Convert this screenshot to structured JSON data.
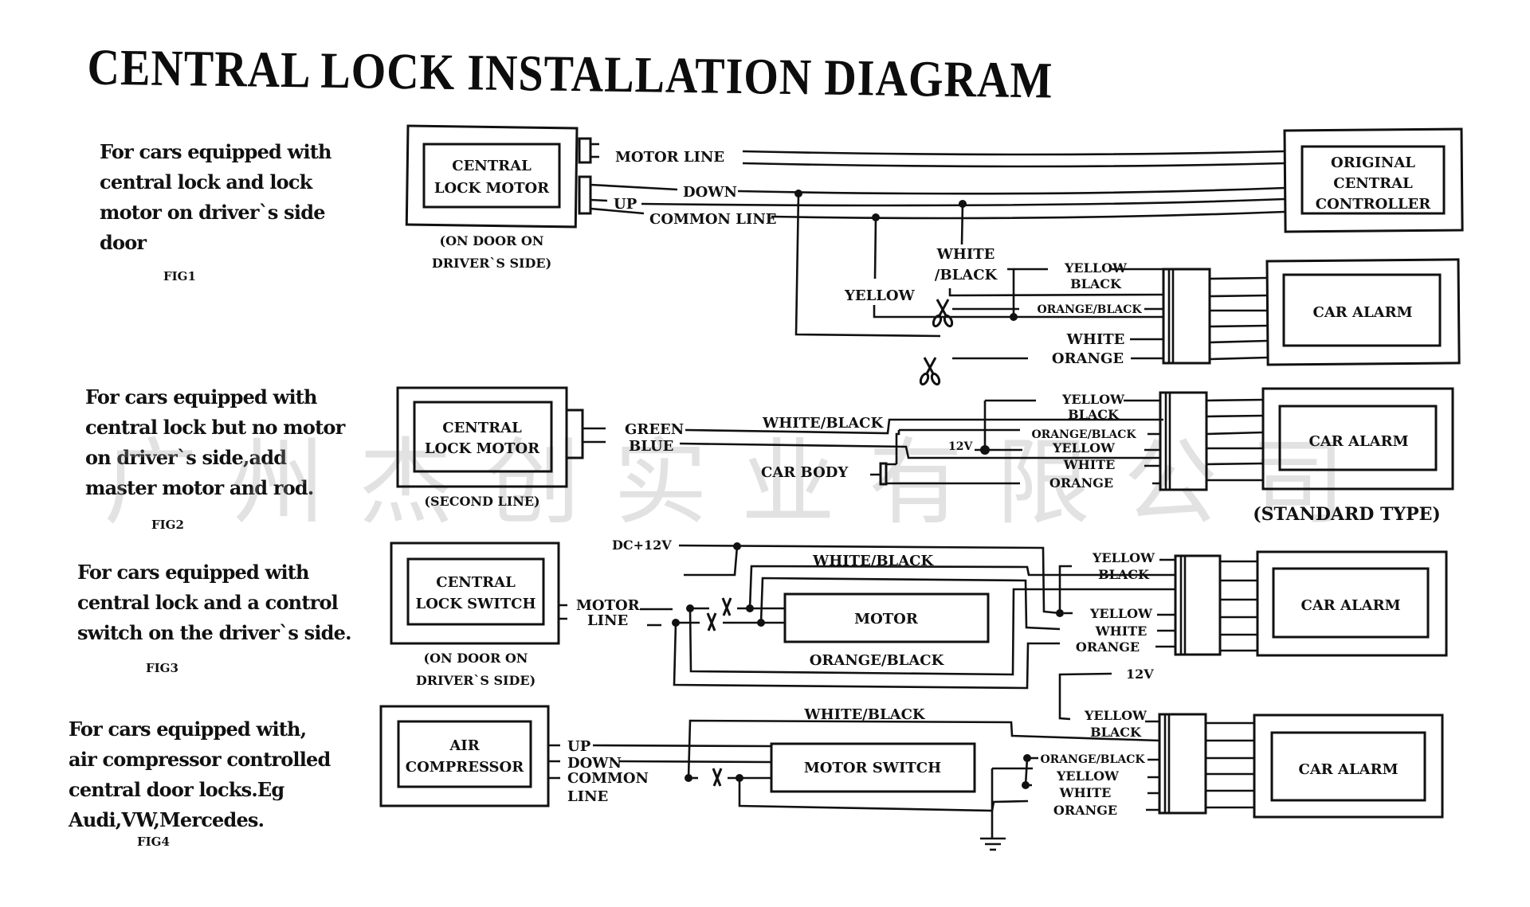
{
  "title": "CENTRAL LOCK INSTALLATION DIAGRAM",
  "watermark": "广州杰创实业有限公司",
  "figures": [
    {
      "id": "FIG1",
      "fig_label": "FIG1",
      "description": [
        "For cars equipped with",
        "central lock and lock",
        "motor on driver`s side",
        "door"
      ],
      "device_box": [
        "CENTRAL",
        "LOCK MOTOR"
      ],
      "device_caption": [
        "(ON DOOR ON",
        "DRIVER`S SIDE)"
      ],
      "controller_box": [
        "ORIGINAL",
        "CENTRAL",
        "CONTROLLER"
      ],
      "alarm_box": "CAR ALARM",
      "wire_labels": {
        "motor_line": "MOTOR LINE",
        "down": "DOWN",
        "up": "UP",
        "common_line": "COMMON LINE",
        "yellow": "YELLOW",
        "white_black": [
          "WHITE",
          "/BLACK"
        ],
        "yellow_black": [
          "YELLOW",
          "BLACK"
        ],
        "orange_black": "ORANGE/BLACK",
        "white": "WHITE",
        "orange": "ORANGE"
      }
    },
    {
      "id": "FIG2",
      "fig_label": "FIG2",
      "description": [
        "For cars equipped with",
        "central lock but no motor",
        "on driver`s side,add",
        "master motor and rod."
      ],
      "device_box": [
        "CENTRAL",
        "LOCK MOTOR"
      ],
      "device_caption": [
        "(SECOND LINE)"
      ],
      "alarm_box": "CAR ALARM",
      "alarm_caption": "(STANDARD TYPE)",
      "wire_labels": {
        "green": "GREEN",
        "blue": "BLUE",
        "white_black": "WHITE/BLACK",
        "car_body": "CAR BODY",
        "v12": "12V",
        "yellow_black": [
          "YELLOW",
          "BLACK"
        ],
        "orange_black": "ORANGE/BLACK",
        "yellow": "YELLOW",
        "white": "WHITE",
        "orange": "ORANGE"
      }
    },
    {
      "id": "FIG3",
      "fig_label": "FIG3",
      "description": [
        "For cars equipped with",
        "central lock and a control",
        "switch on the driver`s side."
      ],
      "device_box": [
        "CENTRAL",
        "LOCK SWITCH"
      ],
      "device_caption": [
        "(ON DOOR ON",
        "DRIVER`S SIDE)"
      ],
      "motor_box": "MOTOR",
      "alarm_box": "CAR ALARM",
      "wire_labels": {
        "dc12": "DC+12V",
        "motor_line": [
          "MOTOR",
          "LINE"
        ],
        "white_black": "WHITE/BLACK",
        "orange_black": "ORANGE/BLACK",
        "yellow_black": [
          "YELLOW",
          "BLACK"
        ],
        "yellow": "YELLOW",
        "white": "WHITE",
        "orange": "ORANGE",
        "v12": "12V"
      }
    },
    {
      "id": "FIG4",
      "fig_label": "FIG4",
      "description": [
        "For cars equipped with,",
        "air compressor controlled",
        "central door locks.Eg",
        "Audi,VW,Mercedes."
      ],
      "device_box": [
        "AIR",
        "COMPRESSOR"
      ],
      "switch_box": "MOTOR SWITCH",
      "alarm_box": "CAR ALARM",
      "wire_labels": {
        "up": "UP",
        "down": "DOWN",
        "common_line": [
          "COMMON",
          "LINE"
        ],
        "white_black": "WHITE/BLACK",
        "yellow_black": [
          "YELLOW",
          "BLACK"
        ],
        "orange_black": "ORANGE/BLACK",
        "yellow": "YELLOW",
        "white": "WHITE",
        "orange": "ORANGE"
      }
    }
  ],
  "icons": {
    "cut": "scissors-icon",
    "junction": "junction-dot-icon",
    "ground": "ground-symbol-icon",
    "connector": "connector-plug-icon"
  }
}
